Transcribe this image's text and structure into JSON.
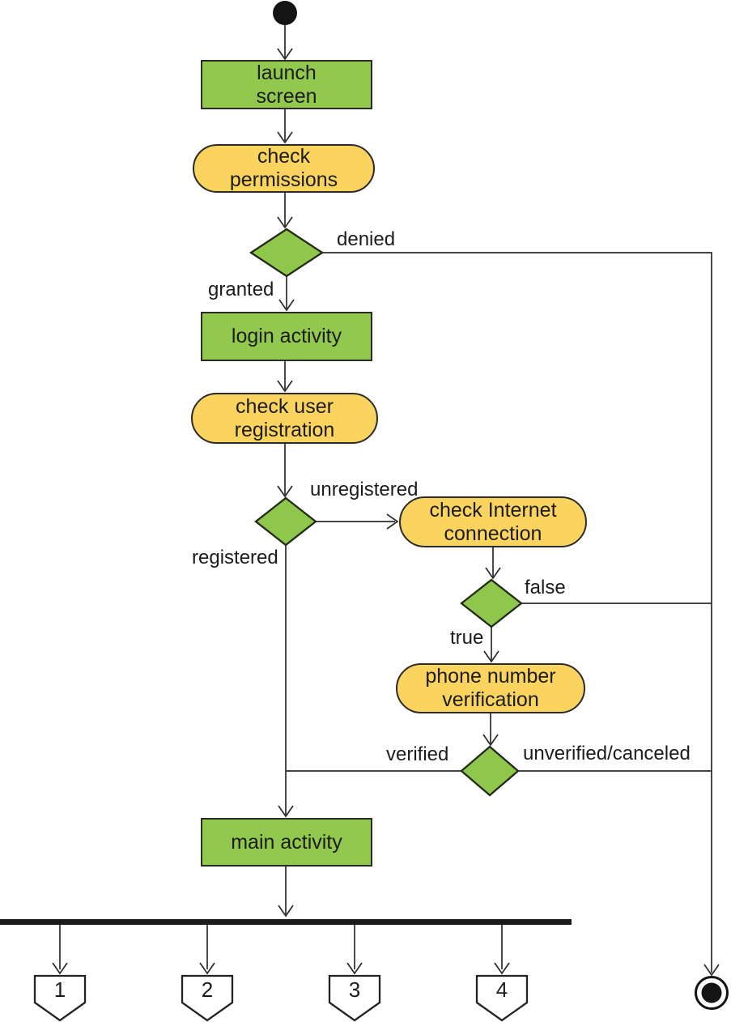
{
  "diagram": {
    "type": "uml-activity-diagram",
    "colors": {
      "action_fill_green": "#92C84E",
      "activity_fill_yellow": "#FBD45F",
      "decision_fill_green": "#8FC74D",
      "line_color": "#2b2b2b",
      "text_color": "#1c1c1c"
    },
    "nodes": {
      "start": {
        "name": "initial node"
      },
      "launch_screen": {
        "lines": [
          "launch",
          "screen"
        ]
      },
      "check_permissions": {
        "lines": [
          "check",
          "permissions"
        ]
      },
      "login_activity": {
        "lines": [
          "login activity"
        ]
      },
      "check_user_registration": {
        "lines": [
          "check user",
          "registration"
        ]
      },
      "check_internet_connection": {
        "lines": [
          "check Internet",
          "connection"
        ]
      },
      "phone_number_verification": {
        "lines": [
          "phone number",
          "verification"
        ]
      },
      "main_activity": {
        "lines": [
          "main activity"
        ]
      },
      "end": {
        "name": "final node"
      }
    },
    "edge_labels": {
      "denied": "denied",
      "granted": "granted",
      "unregistered": "unregistered",
      "registered": "registered",
      "false_branch": "false",
      "true_branch": "true",
      "verified": "verified",
      "unverified": "unverified/canceled"
    },
    "fork_targets": [
      {
        "label": "1"
      },
      {
        "label": "2"
      },
      {
        "label": "3"
      },
      {
        "label": "4"
      }
    ]
  }
}
